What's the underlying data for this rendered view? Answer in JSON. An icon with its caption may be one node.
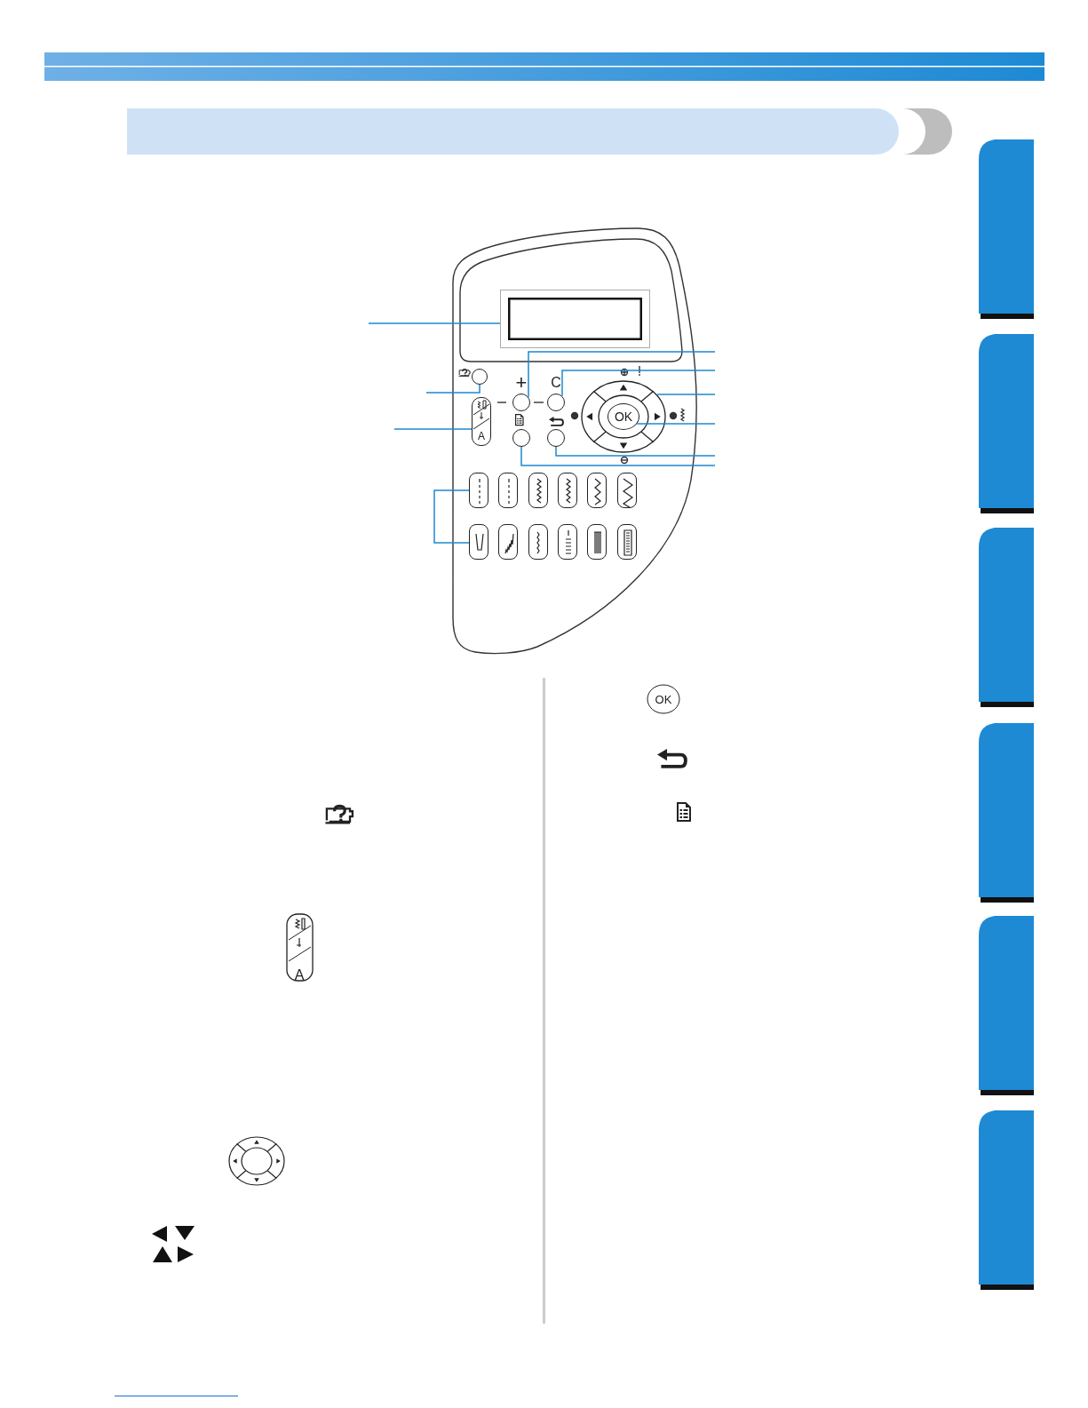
{
  "diagram": {
    "nodes": [
      {
        "text": [],
        "shape": "box"
      },
      {
        "text": [],
        "shape": "circle"
      },
      {
        "text": [
          "+"
        ]
      },
      {
        "text": [
          "C"
        ]
      },
      {
        "text": [],
        "shape": "circle"
      },
      {
        "text": [
          "OK"
        ],
        "in": 4
      },
      {
        "text": [
          "A"
        ]
      },
      {
        "text": [],
        "shape": "circle"
      },
      {
        "text": [],
        "shape": "circle"
      },
      {
        "text": [],
        "shape": "box"
      },
      {
        "text": [],
        "shape": "box"
      },
      {
        "text": [],
        "shape": "box"
      },
      {
        "text": [],
        "shape": "box"
      },
      {
        "text": [],
        "shape": "box"
      },
      {
        "text": [],
        "shape": "box"
      },
      {
        "text": [],
        "shape": "box"
      },
      {
        "text": [],
        "shape": "box"
      },
      {
        "text": [],
        "shape": "box"
      },
      {
        "text": [],
        "shape": "box"
      },
      {
        "text": [],
        "shape": "box"
      },
      {
        "text": [],
        "shape": "box"
      }
    ],
    "edges": [
      {
        "from": null,
        "to": 0,
        "arrow": "none"
      },
      {
        "from": null,
        "to": 2,
        "arrow": "none"
      },
      {
        "from": null,
        "to": 3,
        "arrow": "none"
      },
      {
        "from": null,
        "to": 4,
        "arrow": "none"
      },
      {
        "from": null,
        "to": 5,
        "arrow": "none"
      },
      {
        "from": null,
        "to": 8,
        "arrow": "none"
      },
      {
        "from": null,
        "to": 7,
        "arrow": "none"
      },
      {
        "from": null,
        "to": 1,
        "arrow": "none"
      },
      {
        "from": null,
        "to": 6,
        "arrow": "none"
      },
      {
        "from": null,
        "to": 9,
        "arrow": "none"
      },
      {
        "from": null,
        "to": 15,
        "arrow": "none"
      }
    ],
    "labels": [
      "A",
      "OK"
    ]
  }
}
